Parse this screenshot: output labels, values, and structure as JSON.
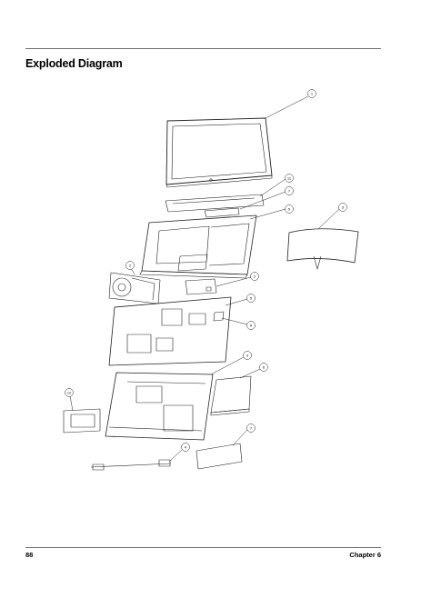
{
  "header": {
    "title": "Exploded Diagram"
  },
  "diagram": {
    "callouts": [
      "1",
      "11",
      "7",
      "5",
      "3",
      "2",
      "2",
      "5",
      "9",
      "3",
      "6",
      "12",
      "7",
      "4"
    ]
  },
  "footer": {
    "page_number": "88",
    "chapter": "Chapter 6"
  }
}
